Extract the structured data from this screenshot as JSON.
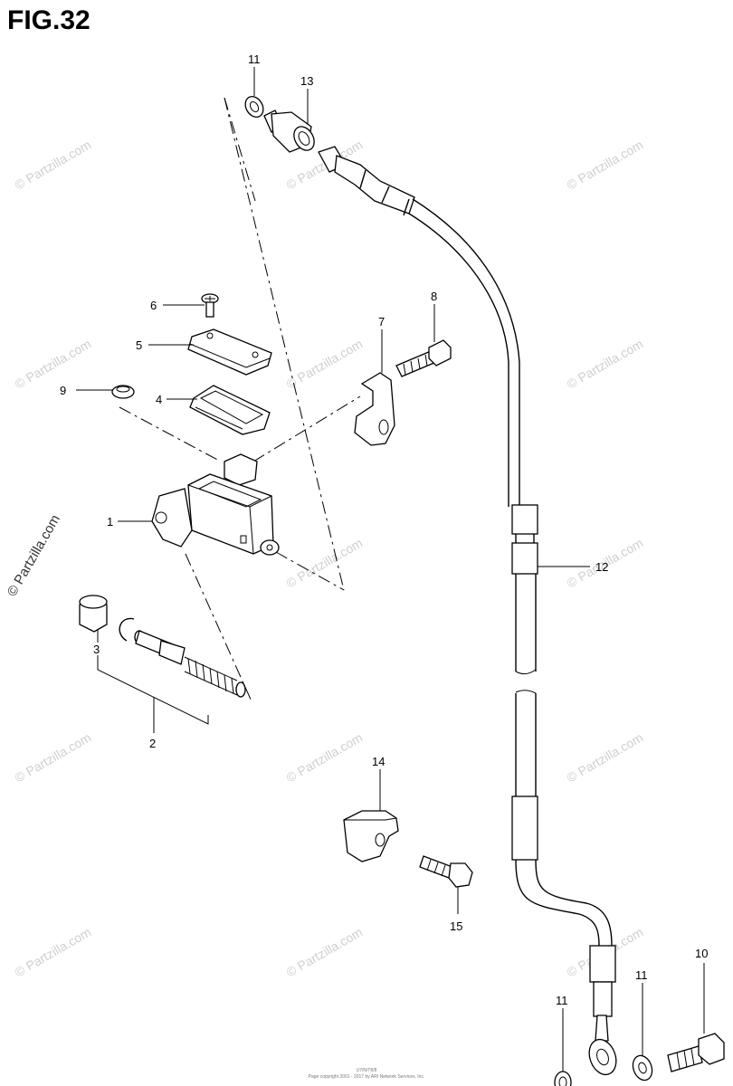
{
  "figure": {
    "title": "FIG.32"
  },
  "callouts": {
    "c1": "1",
    "c2": "2",
    "c3": "3",
    "c4": "4",
    "c5": "5",
    "c6": "6",
    "c7": "7",
    "c8": "8",
    "c9": "9",
    "c10": "10",
    "c11a": "11",
    "c11b": "11",
    "c11c": "11",
    "c12": "12",
    "c13": "13",
    "c14": "14",
    "c15": "15"
  },
  "watermarks": {
    "text": "© Partzilla.com",
    "side_text": "© Partzilla.com"
  },
  "footer": {
    "code": "U7/N/T8/8",
    "copyright": "Page copyright 2001 - 2017 by ARI Network Services, Inc."
  },
  "colors": {
    "line": "#000000",
    "watermark": "#cfcfcf",
    "background": "#ffffff"
  }
}
